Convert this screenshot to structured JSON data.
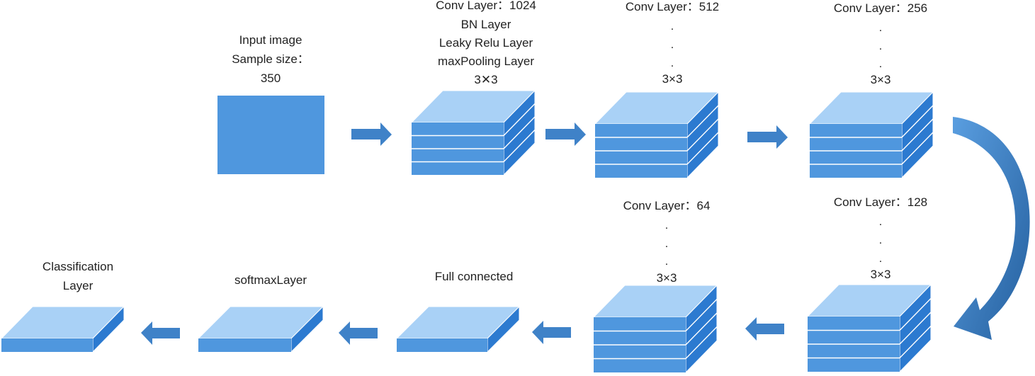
{
  "colors": {
    "front": "#4f97de",
    "top": "#a9d1f6",
    "side": "#2c7ad0",
    "arrow": "#3f82c8",
    "curve_light": "#5a9ee0",
    "curve_dark": "#245f9e"
  },
  "input": {
    "line1": "Input image",
    "line2": "Sample size：",
    "line3": "350"
  },
  "block1": {
    "line1": "Conv Layer：1024",
    "line2": "BN Layer",
    "line3": "Leaky Relu Layer",
    "line4": "maxPooling Layer",
    "kernel": "3✕3"
  },
  "block2": {
    "title": "Conv Layer：512",
    "dots": ".",
    "kernel": "3×3"
  },
  "block3": {
    "title": "Conv Layer：256",
    "dots": ".",
    "kernel": "3×3"
  },
  "block4": {
    "title": "Conv Layer：128",
    "dots": ".",
    "kernel": "3×3"
  },
  "block5": {
    "title": "Conv Layer：64",
    "dots": ".",
    "kernel": "3×3"
  },
  "full_connected": {
    "label": "Full connected"
  },
  "softmax": {
    "label": "softmaxLayer"
  },
  "classification": {
    "line1": "Classification",
    "line2": "Layer"
  }
}
